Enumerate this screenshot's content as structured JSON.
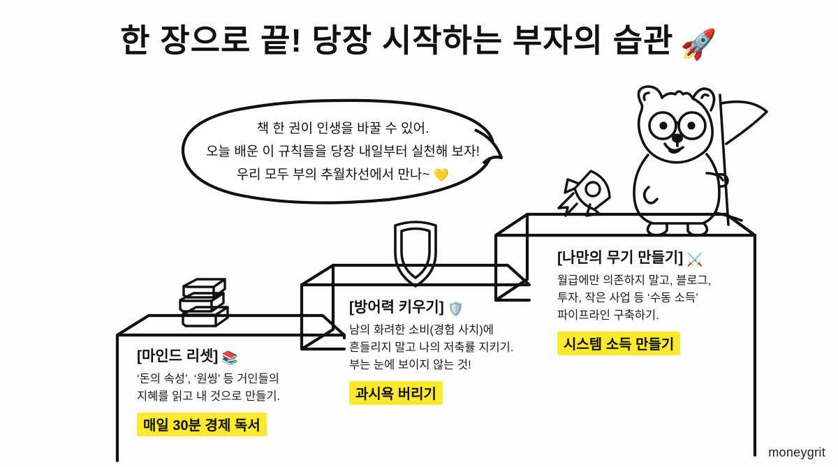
{
  "page": {
    "title": "한 장으로 끝! 당장 시작하는 부자의 습관",
    "title_emoji": "🚀",
    "background_color": "#fdfdfb",
    "ink_color": "#111111",
    "highlight_color": "#fce82c"
  },
  "speech_bubble": {
    "line1": "책 한 권이 인생을 바꿀 수 있어.",
    "line2": "오늘 배운 이 규칙들을 당장 내일부터 실천해 보자!",
    "line3": "우리 모두 부의 추월차선에서 만나~",
    "line3_emoji": "💛"
  },
  "steps": [
    {
      "index": 1,
      "heading": "[마인드 리셋]",
      "heading_emoji": "📚",
      "body_line1": "‘돈의 속성’, ‘원씽’ 등 거인들의",
      "body_line2": "지혜를 읽고 내 것으로 만들기.",
      "tag": "매일 30분 경제 독서",
      "step_icon": "book-stack-icon"
    },
    {
      "index": 2,
      "heading": "[방어력 키우기]",
      "heading_emoji": "🛡️",
      "body_line1": "남의 화려한 소비(경험 사치)에",
      "body_line2": "흔들리지 말고 나의 저축률 지키기.",
      "body_line3": "부는 눈에 보이지 않는 것!",
      "tag": "과시욕 버리기",
      "step_icon": "shield-icon"
    },
    {
      "index": 3,
      "heading": "[나만의 무기 만들기]",
      "heading_emoji": "⚔️",
      "body_line1": "월급에만 의존하지 말고, 블로그,",
      "body_line2": "투자, 작은 사업 등 ‘수동 소득’",
      "body_line3": "파이프라인 구축하기.",
      "tag": "시스템 소득 만들기",
      "step_icon": "rocket-icon"
    }
  ],
  "mascot": {
    "name": "quokka-with-flag",
    "description": "안경 쓴 쿼카 캐릭터가 깃발을 들고 서 있음"
  },
  "watermark": {
    "text": "moneygrit"
  }
}
